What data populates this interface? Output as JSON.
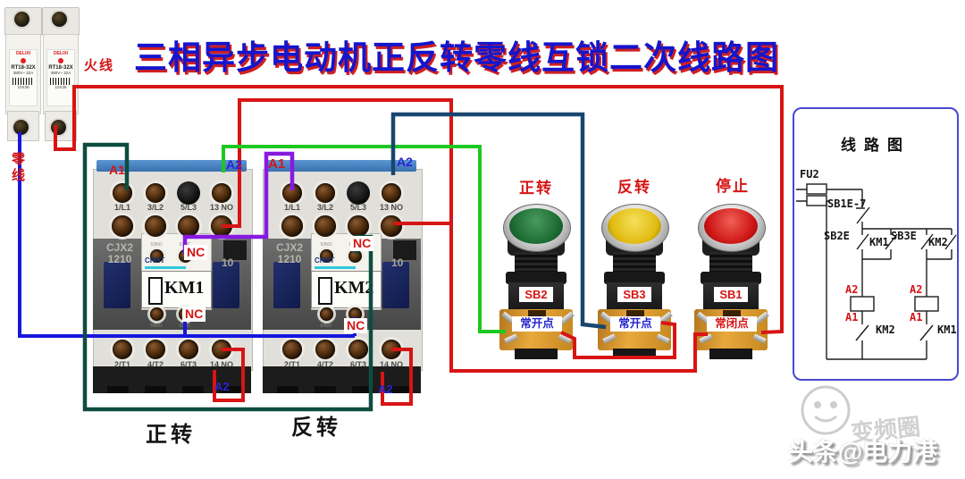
{
  "title": "三相异步电动机正反转零线互锁二次线路图",
  "wire_labels": {
    "live": "火线",
    "neutral": "零线"
  },
  "fuse": {
    "brand": "DELIXI",
    "model": "RT18-32X",
    "rating": "380V~ 32A",
    "size": "10X38"
  },
  "contactors": [
    {
      "id": "KM1",
      "brand": "CHNT",
      "model": "CJX2",
      "model2": "1210",
      "aux_code": "10",
      "top_terminals": [
        "1/L1",
        "3/L2",
        "5/L3",
        "13 NO"
      ],
      "bottom_terminals": [
        "2/T1",
        "4/T2",
        "6/T3",
        "14 NO"
      ],
      "aux_top": [
        "53NO",
        "61NC"
      ],
      "aux_bottom": [
        "54NO",
        "62NC"
      ],
      "a1": "A1",
      "a2": "A2",
      "nc_upper": "NC",
      "nc_lower": "NC",
      "a2_bottom": "A2",
      "caption": "正转"
    },
    {
      "id": "KM2",
      "brand": "CHNT",
      "model": "CJX2",
      "model2": "1210",
      "aux_code": "10",
      "top_terminals": [
        "1/L1",
        "3/L2",
        "5/L3",
        "13 NO"
      ],
      "bottom_terminals": [
        "2/T1",
        "4/T2",
        "6/T3",
        "14 NO"
      ],
      "aux_top": [
        "53NO",
        "61NC"
      ],
      "aux_bottom": [
        "54NO",
        "62NC"
      ],
      "a1": "A1",
      "a2": "A2",
      "nc_upper": "NC",
      "nc_lower": "NC",
      "a2_bottom": "A2",
      "caption": "反转"
    }
  ],
  "buttons": [
    {
      "id": "SB2",
      "caption": "正转",
      "contact": "常开点"
    },
    {
      "id": "SB3",
      "caption": "反转",
      "contact": "常开点"
    },
    {
      "id": "SB1",
      "caption": "停止",
      "contact": "常闭点"
    }
  ],
  "schematic": {
    "title": "线路图",
    "fu2": "FU2",
    "sb1e": "SB1E-7",
    "sb2e": "SB2E",
    "km1_seal": "KM1",
    "sb3e": "SB3E",
    "km2_seal": "KM2",
    "a2": "A2",
    "a1": "A1",
    "km2_interlock": "KM2",
    "km1_interlock": "KM1"
  },
  "watermark": {
    "circle": "变频圈",
    "byline": "头条@电力港"
  },
  "colors": {
    "title_blue": "#1515cc",
    "title_shadow": "#cf2020",
    "wire_live_red": "#d81414",
    "wire_neutral_blue": "#1616dd",
    "wire_green": "#1dc821",
    "wire_navy": "#17466f",
    "wire_teal": "#0e4c41",
    "wire_purple": "#881ae0",
    "button_green": "#1c6b33",
    "button_yellow": "#e0bb10",
    "button_red": "#cc1515"
  }
}
